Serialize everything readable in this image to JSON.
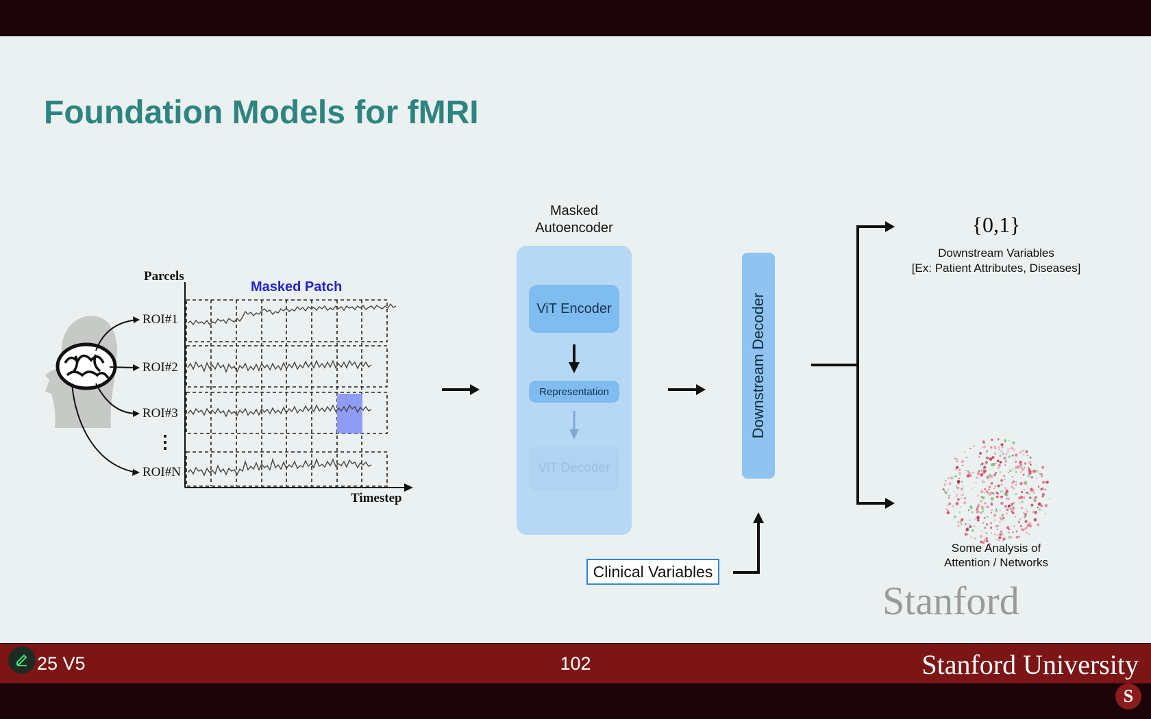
{
  "slide": {
    "title": "Foundation Models for fMRI",
    "watermark": "Stanford"
  },
  "input_panel": {
    "parcels_label": "Parcels",
    "masked_patch_label": "Masked Patch",
    "roi_labels": [
      "ROI#1",
      "ROI#2",
      "ROI#3",
      "ROI#N"
    ],
    "ellipsis": "⋮",
    "timestep_label": "Timestep"
  },
  "autoencoder": {
    "header": "Masked Autoencoder",
    "encoder": "ViT Encoder",
    "representation": "Representation",
    "decoder": "ViT Decoder"
  },
  "downstream_decoder": "Downstream Decoder",
  "clinical_variables": "Clinical Variables",
  "outputs": {
    "binary": "{0,1}",
    "downstream_line1": "Downstream Variables",
    "downstream_line2": "[Ex: Patient Attributes, Diseases]",
    "analysis_line1": "Some Analysis of",
    "analysis_line2": "Attention / Networks"
  },
  "footer": {
    "left_text": "25 V5",
    "page_number": "102",
    "right_text": "Stanford University"
  },
  "icons": {
    "edit": "pencil-icon",
    "logo": "stanford-s-logo"
  },
  "colors": {
    "title": "#2e8480",
    "footer": "#7c1515",
    "masked_patch_text": "#2323c8",
    "masked_patch_fill": "#8f9cf5",
    "autoencoder_fill": "#b6d8f5"
  }
}
